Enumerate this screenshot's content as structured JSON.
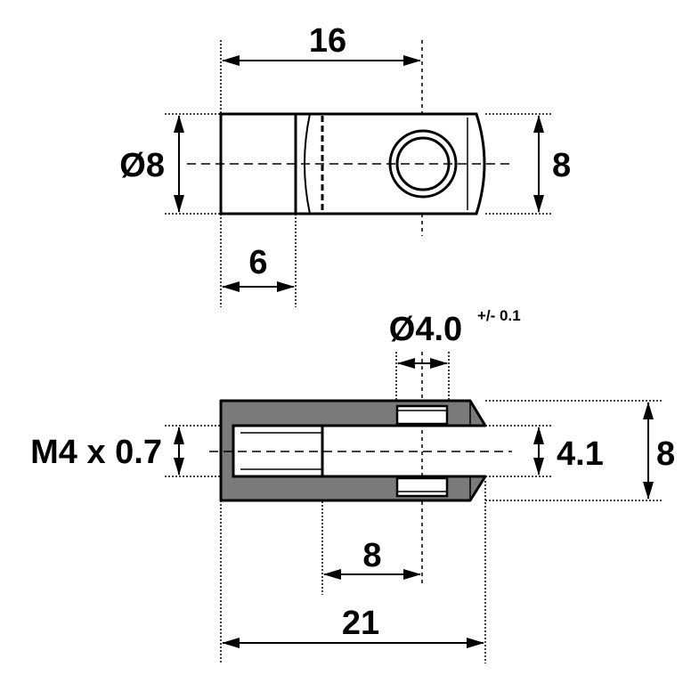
{
  "top_view": {
    "length": "16",
    "diameter": "Ø8",
    "height": "8",
    "shank": "6"
  },
  "side_view": {
    "pin_hole": "Ø4.0",
    "pin_tolerance": "+/- 0.1",
    "thread": "M4 x 0.7",
    "slot": "4.1",
    "height": "8",
    "hole_position": "8",
    "overall_length": "21"
  },
  "colors": {
    "body_fill": "#7a7a7a",
    "slot_fill": "#ffffff",
    "line": "#000000"
  }
}
